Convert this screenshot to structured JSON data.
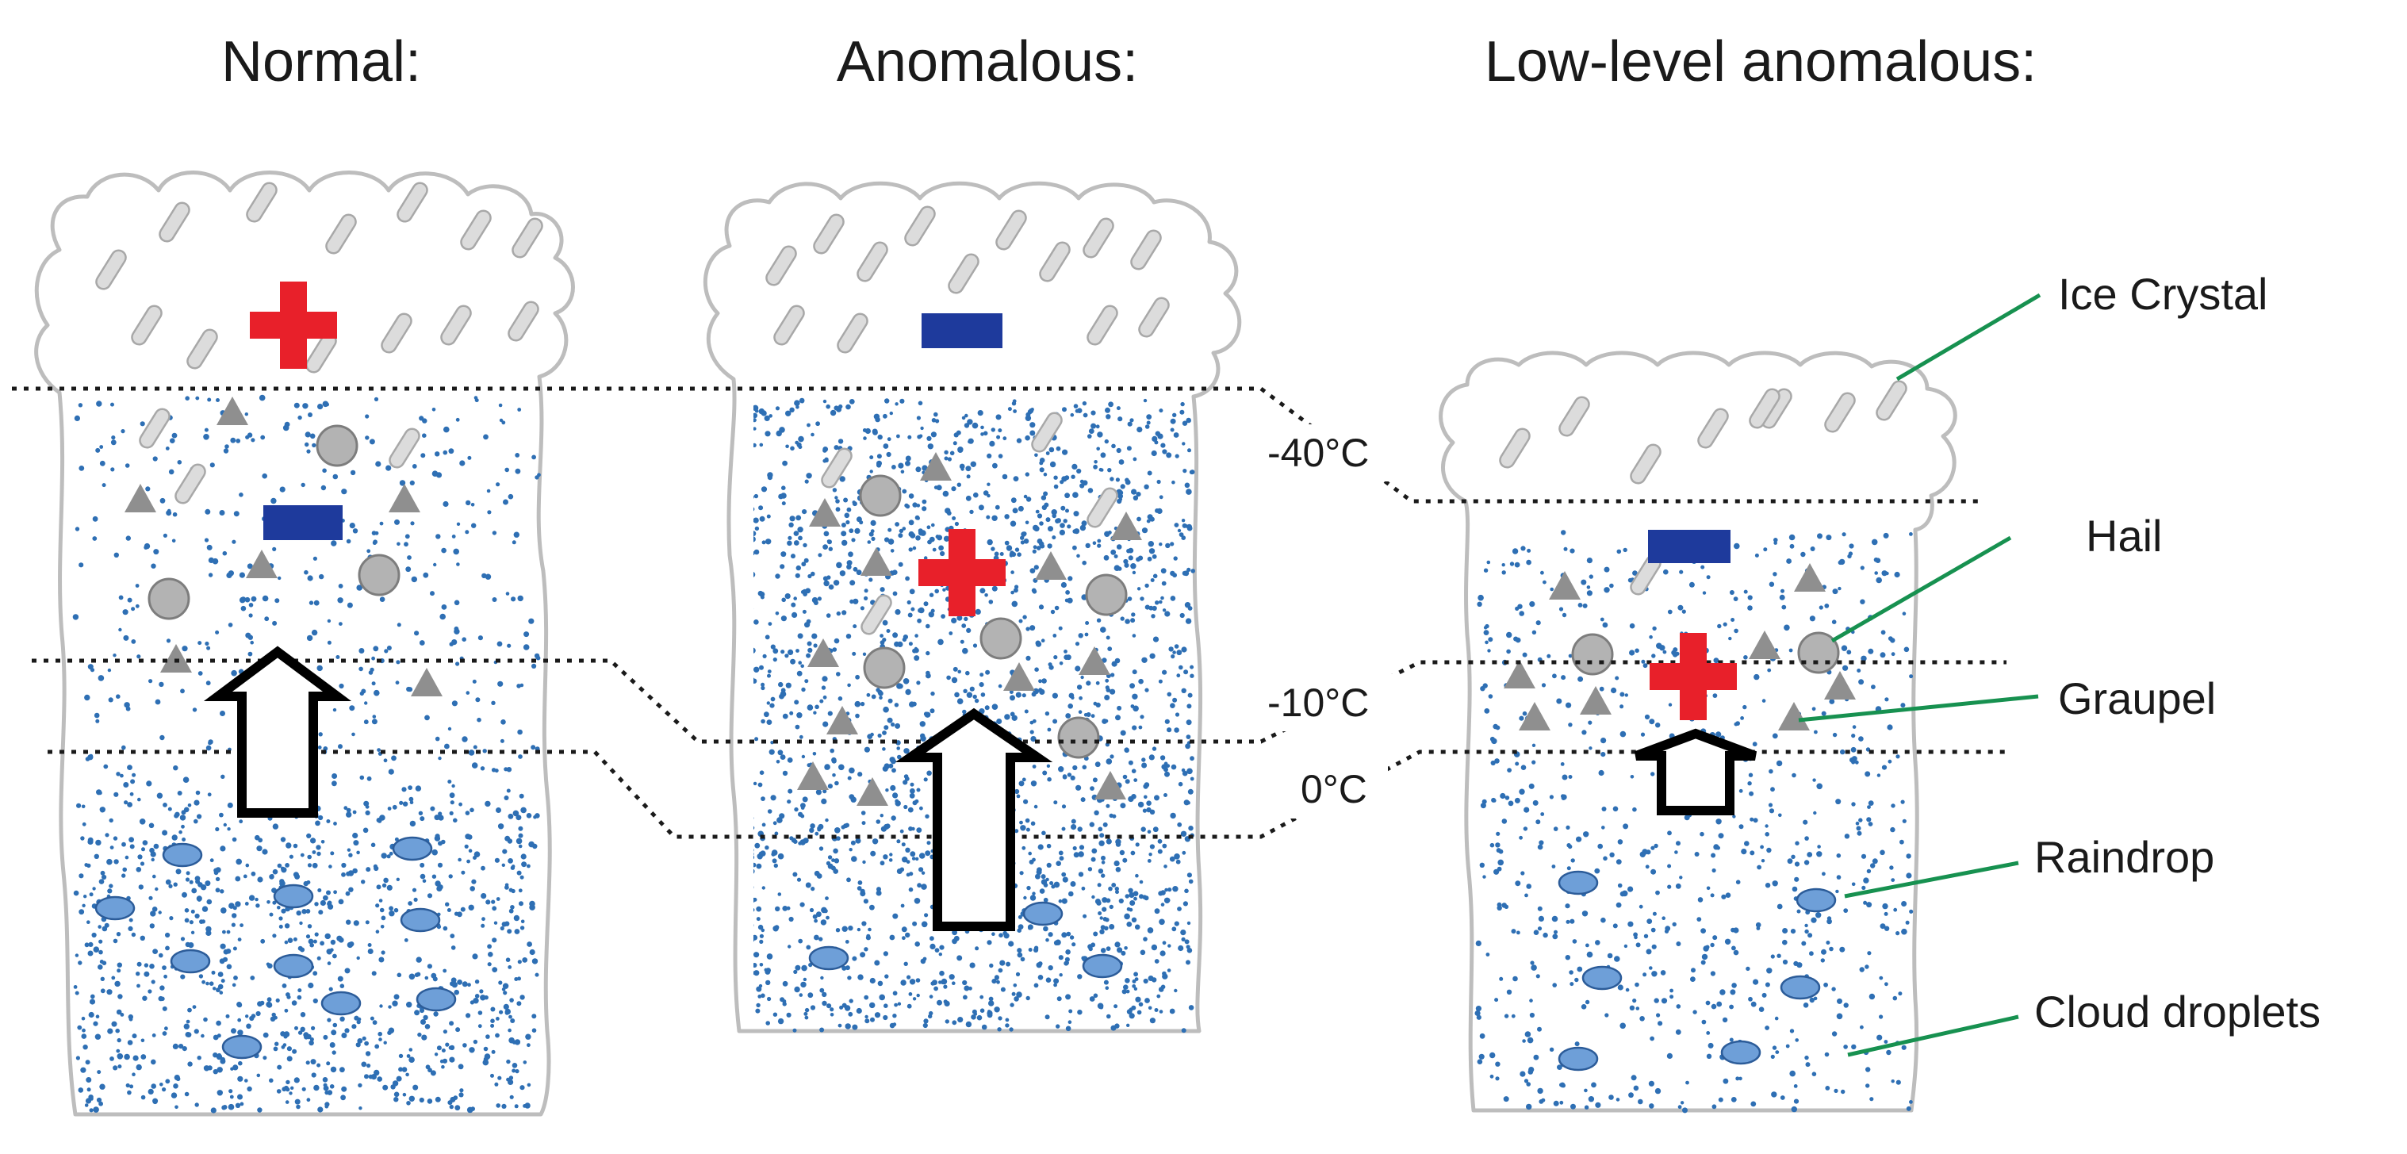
{
  "panels": [
    {
      "key": "normal",
      "title": "Normal:"
    },
    {
      "key": "anomalous",
      "title": "Anomalous:"
    },
    {
      "key": "low_level",
      "title": "Low-level anomalous:"
    }
  ],
  "isotherms": [
    {
      "key": "minus40",
      "label": "-40°C"
    },
    {
      "key": "minus10",
      "label": "-10°C"
    },
    {
      "key": "zero",
      "label": "0°C"
    }
  ],
  "legend": [
    {
      "key": "ice_crystal",
      "label": "Ice Crystal"
    },
    {
      "key": "hail",
      "label": "Hail"
    },
    {
      "key": "graupel",
      "label": "Graupel"
    },
    {
      "key": "raindrop",
      "label": "Raindrop"
    },
    {
      "key": "cloud_droplets",
      "label": "Cloud droplets"
    }
  ],
  "colors": {
    "positive_charge": "#e8202a",
    "negative_charge": "#1e3a9c",
    "cloud_outline": "#bdbdbd",
    "droplet": "#2e6fb4",
    "raindrop_fill": "#6e9fd8",
    "hail_fill": "#b3b3b3",
    "graupel_fill": "#8f8f8f",
    "ice_crystal_fill": "#dcdcdc",
    "leader_line": "#179150",
    "isotherm": "#1a1a1a",
    "updraft_arrow": "#000000"
  },
  "symbols": {
    "positive_charge": "plus-shape",
    "negative_charge": "minus-bar",
    "updraft": "up-arrow"
  }
}
